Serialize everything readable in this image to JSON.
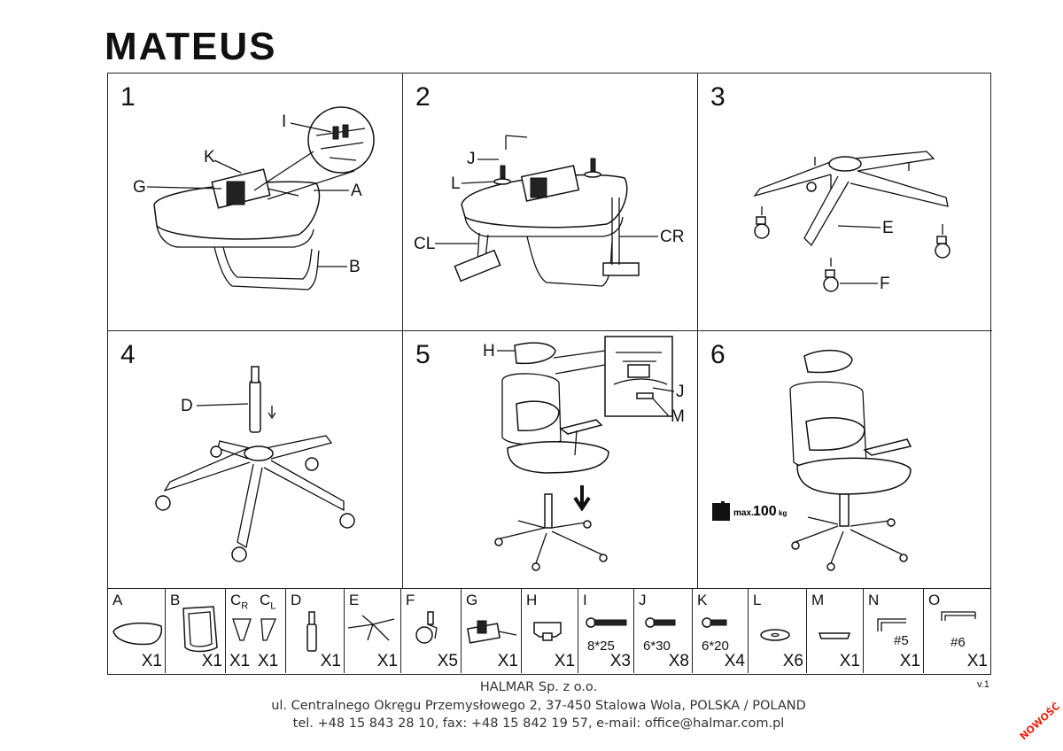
{
  "title": "MATEUS",
  "steps": [
    {
      "number": "1",
      "labels": {
        "I": "I",
        "K": "K",
        "G": "G",
        "A": "A",
        "B": "B"
      }
    },
    {
      "number": "2",
      "labels": {
        "J": "J",
        "L": "L",
        "CL": "CL",
        "CR": "CR"
      }
    },
    {
      "number": "3",
      "labels": {
        "E": "E",
        "F": "F"
      }
    },
    {
      "number": "4",
      "labels": {
        "D": "D"
      }
    },
    {
      "number": "5",
      "labels": {
        "H": "H",
        "J": "J",
        "M": "M"
      }
    },
    {
      "number": "6",
      "max_text": "max.",
      "max_value": "100",
      "max_unit": "kg"
    }
  ],
  "parts": [
    {
      "letter": "A",
      "qty": "X1",
      "icon": "seat-icon"
    },
    {
      "letter": "B",
      "qty": "X1",
      "icon": "backrest-frame-icon"
    },
    {
      "letter": "C",
      "sub": "R",
      "letter2": "C",
      "sub2": "L",
      "qty": "X1",
      "qty2": "X1",
      "icon": "armrests-icon"
    },
    {
      "letter": "D",
      "qty": "X1",
      "icon": "gas-lift-icon"
    },
    {
      "letter": "E",
      "qty": "X1",
      "icon": "star-base-icon"
    },
    {
      "letter": "F",
      "qty": "X5",
      "icon": "caster-icon"
    },
    {
      "letter": "G",
      "qty": "X1",
      "icon": "mechanism-icon"
    },
    {
      "letter": "H",
      "qty": "X1",
      "icon": "headrest-bracket-icon"
    },
    {
      "letter": "I",
      "size": "8*25",
      "qty": "X3",
      "icon": "bolt-icon"
    },
    {
      "letter": "J",
      "size": "6*30",
      "qty": "X8",
      "icon": "bolt-icon"
    },
    {
      "letter": "K",
      "size": "6*20",
      "qty": "X4",
      "icon": "bolt-icon"
    },
    {
      "letter": "L",
      "qty": "X6",
      "icon": "washer-icon"
    },
    {
      "letter": "M",
      "qty": "X1",
      "icon": "cap-icon"
    },
    {
      "letter": "N",
      "size": "#5",
      "qty": "X1",
      "icon": "hex-key-icon"
    },
    {
      "letter": "O",
      "size": "#6",
      "qty": "X1",
      "icon": "hex-key-icon"
    }
  ],
  "footer": {
    "company": "HALMAR Sp. z o.o.",
    "address": "ul. Centralnego Okręgu Przemysłowego 2, 37-450 Stalowa Wola, POLSKA / POLAND",
    "contact": "tel. +48 15 843 28 10, fax: +48 15 842 19 57, e-mail: office@halmar.com.pl"
  },
  "version": "v.1",
  "badge": "NOWOŚĆ"
}
